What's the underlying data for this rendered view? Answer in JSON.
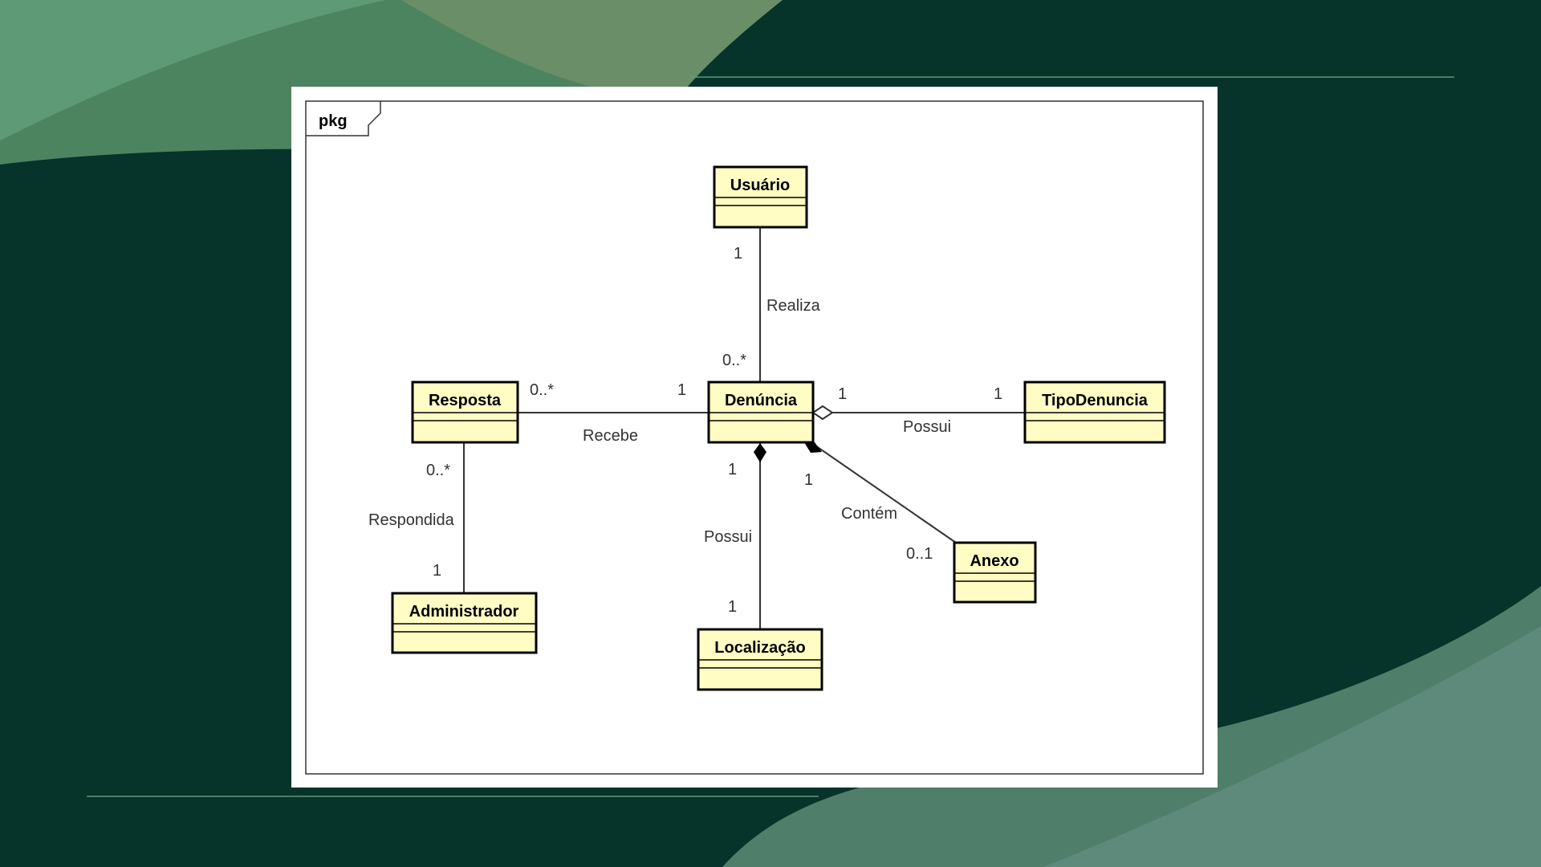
{
  "package": {
    "label": "pkg"
  },
  "colors": {
    "background": "#06332a",
    "accent_green": "#5f9a76",
    "class_fill": "#fffdc3",
    "card": "#ffffff"
  },
  "classes": {
    "usuario": "Usuário",
    "denuncia": "Denúncia",
    "resposta": "Resposta",
    "tipodenuncia": "TipoDenuncia",
    "administrador": "Administrador",
    "localizacao": "Localização",
    "anexo": "Anexo"
  },
  "associations": {
    "realiza": {
      "name": "Realiza",
      "source_mult": "1",
      "target_mult": "0..*"
    },
    "recebe": {
      "name": "Recebe",
      "source_mult": "0..*",
      "target_mult": "1"
    },
    "possui_tipo": {
      "name": "Possui",
      "source_mult": "1",
      "target_mult": "1"
    },
    "possui_localizacao": {
      "name": "Possui",
      "source_mult": "1",
      "target_mult": "1"
    },
    "contem": {
      "name": "Contém",
      "source_mult": "1",
      "target_mult": "0..1"
    },
    "respondida": {
      "name": "Respondida",
      "source_mult": "0..*",
      "target_mult": "1"
    }
  }
}
